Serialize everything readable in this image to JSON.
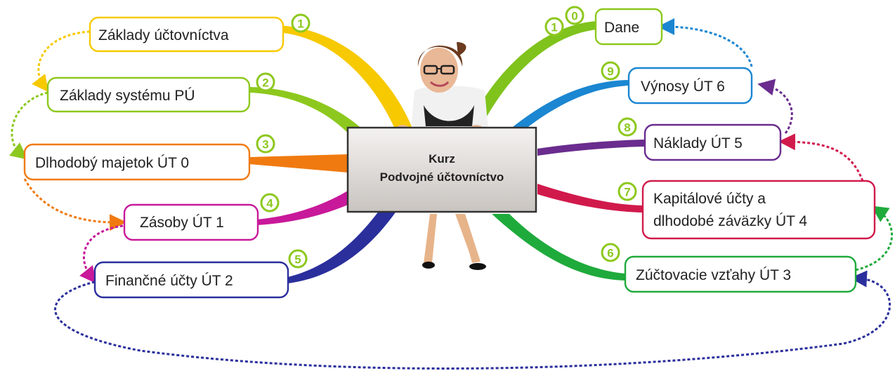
{
  "center": {
    "line1": "Kurz",
    "line2": "Podvojné účtovníctvo"
  },
  "nodes": [
    {
      "id": "zaklady-uctovnictva",
      "lines": [
        "Základy účtovníctva"
      ],
      "badge": "1",
      "color": "#f7c900"
    },
    {
      "id": "zaklady-systemu-pu",
      "lines": [
        "Základy systému PÚ"
      ],
      "badge": "2",
      "color": "#8dc81e"
    },
    {
      "id": "dlhodoby-majetok",
      "lines": [
        "Dlhodobý majetok ÚT 0"
      ],
      "badge": "3",
      "color": "#f07a10"
    },
    {
      "id": "zasoby",
      "lines": [
        "Zásoby ÚT 1"
      ],
      "badge": "4",
      "color": "#c8199a"
    },
    {
      "id": "financne-ucty",
      "lines": [
        "Finančné účty ÚT 2"
      ],
      "badge": "5",
      "color": "#2a2f9c"
    },
    {
      "id": "zuctovacie-vztahy",
      "lines": [
        "Zúčtovacie vzťahy ÚT 3"
      ],
      "badge": "6",
      "color": "#1faa3c"
    },
    {
      "id": "kapitalove-ucty",
      "lines": [
        "Kapitálové účty a",
        "dlhodobé záväzky ÚT 4"
      ],
      "badge": "7",
      "color": "#d11a4c"
    },
    {
      "id": "naklady",
      "lines": [
        "Náklady ÚT 5"
      ],
      "badge": "8",
      "color": "#6a2c8e"
    },
    {
      "id": "vynosy",
      "lines": [
        "Výnosy ÚT 6"
      ],
      "badge": "9",
      "color": "#1b86d1"
    },
    {
      "id": "dane",
      "lines": [
        "Dane"
      ],
      "badge": "10",
      "color": "#7fc31c"
    }
  ],
  "badge_digits": {
    "dane_first": "1",
    "dane_second": "0"
  },
  "icons": {
    "presenter": "cartoon-woman-holding-sign-icon"
  }
}
